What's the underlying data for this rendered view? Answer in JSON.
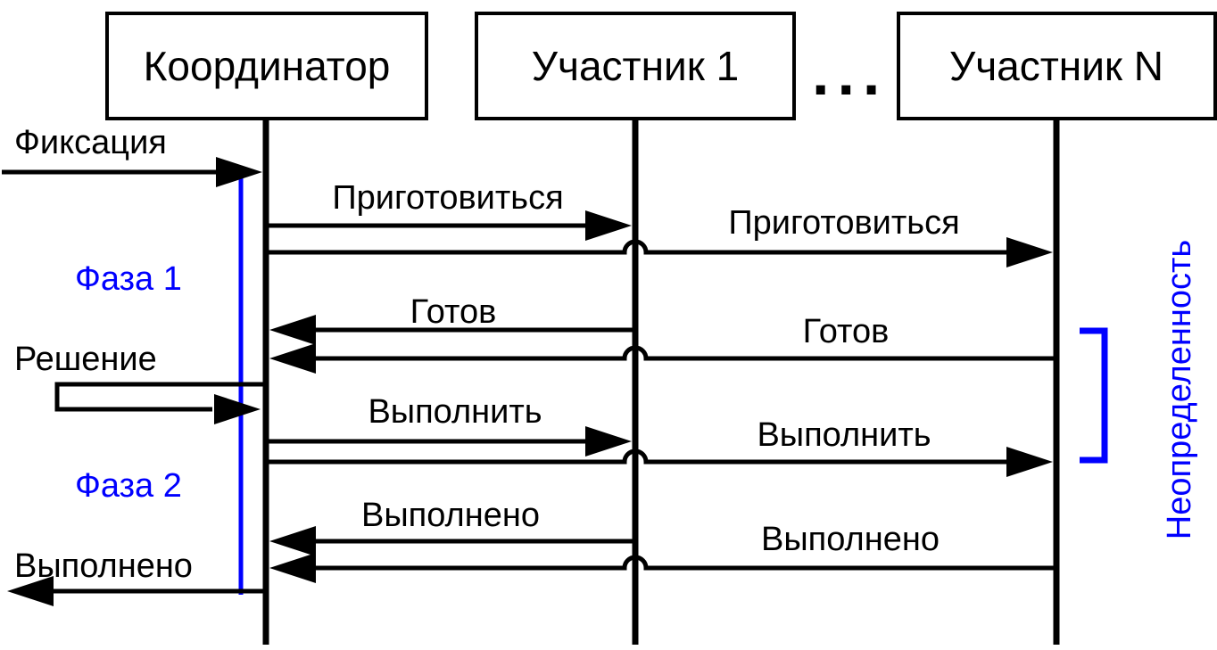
{
  "diagram": {
    "type": "sequence-diagram",
    "colors": {
      "line": "#000000",
      "accent": "#0000ff",
      "background": "#ffffff"
    },
    "actors": [
      {
        "id": "coordinator",
        "label": "Координатор"
      },
      {
        "id": "participant-1",
        "label": "Участник 1"
      },
      {
        "id": "participant-n",
        "label": "Участник N"
      }
    ],
    "ellipsis": "...",
    "left_annotations": {
      "fixation": "Фиксация",
      "phase1": "Фаза 1",
      "decision": "Решение",
      "phase2": "Фаза 2",
      "done": "Выполнено"
    },
    "messages": {
      "prepare_to_p1": "Приготовиться",
      "prepare_to_pn": "Приготовиться",
      "ready_from_p1": "Готов",
      "ready_from_pn": "Готов",
      "do_to_p1": "Выполнить",
      "do_to_pn": "Выполнить",
      "done_from_p1": "Выполнено",
      "done_from_pn": "Выполнено"
    },
    "right_annotation": {
      "uncertainty": "Неопределенность"
    }
  }
}
